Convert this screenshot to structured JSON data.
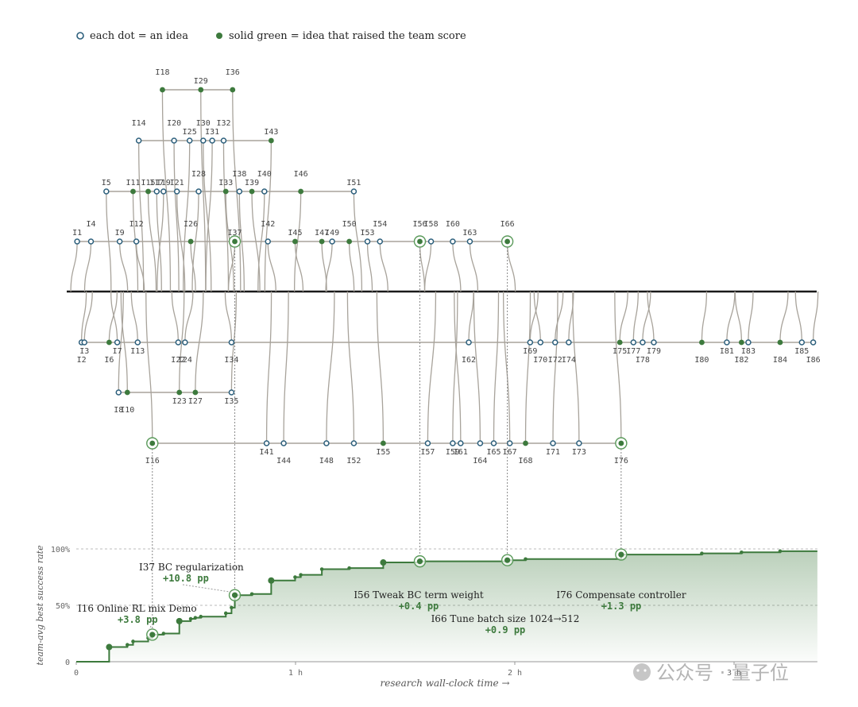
{
  "legend": {
    "open_text": "each dot = an idea",
    "solid_text": "solid green = idea that raised the team score"
  },
  "colors": {
    "green": "#3d7a3d",
    "blue": "#2c5f7c",
    "gray": "#a8a39b",
    "trunk": "#1a1a1a"
  },
  "chart_data": [
    {
      "type": "tree",
      "description_free": true,
      "lanes": [
        "L1",
        "L2",
        "L3",
        "trunk",
        "L-1",
        "L-2",
        "L-3"
      ],
      "ideas": [
        {
          "id": "I1",
          "lane": "L1",
          "t": 0.004,
          "improved": false
        },
        {
          "id": "I2",
          "lane": "L-1",
          "t": 0.024,
          "improved": false
        },
        {
          "id": "I3",
          "lane": "L-1",
          "t": 0.037,
          "improved": false
        },
        {
          "id": "I4",
          "lane": "L1",
          "t": 0.067,
          "improved": false
        },
        {
          "id": "I5",
          "lane": "L2",
          "t": 0.137,
          "improved": false
        },
        {
          "id": "I6",
          "lane": "L-1",
          "t": 0.15,
          "improved": true
        },
        {
          "id": "I7",
          "lane": "L-1",
          "t": 0.187,
          "improved": false
        },
        {
          "id": "I8",
          "lane": "L-2",
          "t": 0.193,
          "improved": false
        },
        {
          "id": "I9",
          "lane": "L1",
          "t": 0.198,
          "improved": false
        },
        {
          "id": "I10",
          "lane": "L-2",
          "t": 0.233,
          "improved": true
        },
        {
          "id": "I11",
          "lane": "L2",
          "t": 0.259,
          "improved": true
        },
        {
          "id": "I12",
          "lane": "L1",
          "t": 0.274,
          "improved": false
        },
        {
          "id": "I13",
          "lane": "L-1",
          "t": 0.28,
          "improved": false
        },
        {
          "id": "I14",
          "lane": "L3",
          "t": 0.285,
          "improved": false
        },
        {
          "id": "I15",
          "lane": "L2",
          "t": 0.328,
          "improved": true
        },
        {
          "id": "I16",
          "lane": "L-3",
          "t": 0.347,
          "improved": true
        },
        {
          "id": "I17",
          "lane": "L2",
          "t": 0.367,
          "improved": false
        },
        {
          "id": "I18",
          "lane": "L4",
          "t": 0.393,
          "improved": true
        },
        {
          "id": "I19",
          "lane": "L2",
          "t": 0.398,
          "improved": false
        },
        {
          "id": "I20",
          "lane": "L3",
          "t": 0.446,
          "improved": false
        },
        {
          "id": "I21",
          "lane": "L2",
          "t": 0.459,
          "improved": false
        },
        {
          "id": "I22",
          "lane": "L-1",
          "t": 0.465,
          "improved": false
        },
        {
          "id": "I23",
          "lane": "L-2",
          "t": 0.47,
          "improved": true
        },
        {
          "id": "I24",
          "lane": "L-1",
          "t": 0.496,
          "improved": false
        },
        {
          "id": "I25",
          "lane": "L3",
          "t": 0.517,
          "improved": false
        },
        {
          "id": "I26",
          "lane": "L1",
          "t": 0.522,
          "improved": true
        },
        {
          "id": "I27",
          "lane": "L-2",
          "t": 0.543,
          "improved": true
        },
        {
          "id": "I28",
          "lane": "L2",
          "t": 0.558,
          "improved": false
        },
        {
          "id": "I29",
          "lane": "L4",
          "t": 0.568,
          "improved": true
        },
        {
          "id": "I30",
          "lane": "L3",
          "t": 0.579,
          "improved": false
        },
        {
          "id": "I31",
          "lane": "L3",
          "t": 0.62,
          "improved": false
        },
        {
          "id": "I32",
          "lane": "L3",
          "t": 0.672,
          "improved": false
        },
        {
          "id": "I33",
          "lane": "L2",
          "t": 0.682,
          "improved": true
        },
        {
          "id": "I34",
          "lane": "L-1",
          "t": 0.708,
          "improved": false
        },
        {
          "id": "I35",
          "lane": "L-2",
          "t": 0.708,
          "improved": false
        },
        {
          "id": "I36",
          "lane": "L4",
          "t": 0.713,
          "improved": true
        },
        {
          "id": "I37",
          "lane": "L1",
          "t": 0.723,
          "improved": true
        },
        {
          "id": "I38",
          "lane": "L2",
          "t": 0.744,
          "improved": false
        },
        {
          "id": "I39",
          "lane": "L2",
          "t": 0.801,
          "improved": true
        },
        {
          "id": "I40",
          "lane": "L2",
          "t": 0.858,
          "improved": false
        },
        {
          "id": "I41",
          "lane": "L-3",
          "t": 0.868,
          "improved": false
        },
        {
          "id": "I42",
          "lane": "L1",
          "t": 0.874,
          "improved": false
        },
        {
          "id": "I43",
          "lane": "L3",
          "t": 0.889,
          "improved": true
        },
        {
          "id": "I44",
          "lane": "L-3",
          "t": 0.946,
          "improved": false
        },
        {
          "id": "I45",
          "lane": "L1",
          "t": 0.998,
          "improved": true
        },
        {
          "id": "I46",
          "lane": "L2",
          "t": 1.024,
          "improved": true
        },
        {
          "id": "I47",
          "lane": "L1",
          "t": 1.12,
          "improved": true
        },
        {
          "id": "I48",
          "lane": "L-3",
          "t": 1.141,
          "improved": false
        },
        {
          "id": "I49",
          "lane": "L1",
          "t": 1.167,
          "improved": false
        },
        {
          "id": "I50",
          "lane": "L1",
          "t": 1.245,
          "improved": true
        },
        {
          "id": "I51",
          "lane": "L2",
          "t": 1.266,
          "improved": false
        },
        {
          "id": "I52",
          "lane": "L-3",
          "t": 1.266,
          "improved": false
        },
        {
          "id": "I53",
          "lane": "L1",
          "t": 1.328,
          "improved": false
        },
        {
          "id": "I54",
          "lane": "L1",
          "t": 1.385,
          "improved": false
        },
        {
          "id": "I55",
          "lane": "L-3",
          "t": 1.4,
          "improved": true
        },
        {
          "id": "I56",
          "lane": "L1",
          "t": 1.567,
          "improved": true
        },
        {
          "id": "I57",
          "lane": "L-3",
          "t": 1.603,
          "improved": false
        },
        {
          "id": "I58",
          "lane": "L1",
          "t": 1.618,
          "improved": false
        },
        {
          "id": "I59",
          "lane": "L-3",
          "t": 1.717,
          "improved": false
        },
        {
          "id": "I60",
          "lane": "L1",
          "t": 1.717,
          "improved": false
        },
        {
          "id": "I61",
          "lane": "L-3",
          "t": 1.753,
          "improved": false
        },
        {
          "id": "I62",
          "lane": "L-1",
          "t": 1.79,
          "improved": false
        },
        {
          "id": "I63",
          "lane": "L1",
          "t": 1.795,
          "improved": false
        },
        {
          "id": "I64",
          "lane": "L-3",
          "t": 1.842,
          "improved": false
        },
        {
          "id": "I65",
          "lane": "L-3",
          "t": 1.904,
          "improved": false
        },
        {
          "id": "I66",
          "lane": "L1",
          "t": 1.966,
          "improved": true
        },
        {
          "id": "I67",
          "lane": "L-3",
          "t": 1.977,
          "improved": false
        },
        {
          "id": "I68",
          "lane": "L-3",
          "t": 2.049,
          "improved": true
        },
        {
          "id": "I69",
          "lane": "L-1",
          "t": 2.07,
          "improved": false
        },
        {
          "id": "I70",
          "lane": "L-1",
          "t": 2.117,
          "improved": false
        },
        {
          "id": "I71",
          "lane": "L-3",
          "t": 2.174,
          "improved": false
        },
        {
          "id": "I72",
          "lane": "L-1",
          "t": 2.184,
          "improved": false
        },
        {
          "id": "I73",
          "lane": "L-3",
          "t": 2.293,
          "improved": false
        },
        {
          "id": "I74",
          "lane": "L-1",
          "t": 2.246,
          "improved": false
        },
        {
          "id": "I75",
          "lane": "L-1",
          "t": 2.479,
          "improved": true
        },
        {
          "id": "I76",
          "lane": "L-3",
          "t": 2.485,
          "improved": true
        },
        {
          "id": "I77",
          "lane": "L-1",
          "t": 2.541,
          "improved": false
        },
        {
          "id": "I78",
          "lane": "L-1",
          "t": 2.583,
          "improved": false
        },
        {
          "id": "I79",
          "lane": "L-1",
          "t": 2.634,
          "improved": false
        },
        {
          "id": "I80",
          "lane": "L-1",
          "t": 2.853,
          "improved": true
        },
        {
          "id": "I81",
          "lane": "L-1",
          "t": 2.967,
          "improved": false
        },
        {
          "id": "I82",
          "lane": "L-1",
          "t": 3.034,
          "improved": true
        },
        {
          "id": "I83",
          "lane": "L-1",
          "t": 3.065,
          "improved": false
        },
        {
          "id": "I84",
          "lane": "L-1",
          "t": 3.21,
          "improved": true
        },
        {
          "id": "I85",
          "lane": "L-1",
          "t": 3.309,
          "improved": false
        },
        {
          "id": "I86",
          "lane": "L-1",
          "t": 3.361,
          "improved": false
        }
      ],
      "highlighted": [
        "I16",
        "I37",
        "I56",
        "I66",
        "I76"
      ]
    },
    {
      "type": "line",
      "step": true,
      "xlabel": "research wall-clock time →",
      "ylabel": "team-avg best success rate",
      "x_ticks": [
        {
          "value": 0,
          "label": "0"
        },
        {
          "value": 1,
          "label": "1 h"
        },
        {
          "value": 2,
          "label": "2 h"
        },
        {
          "value": 3,
          "label": "3 h"
        }
      ],
      "y_ticks": [
        {
          "value": 0,
          "label": "0"
        },
        {
          "value": 50,
          "label": "50%"
        },
        {
          "value": 100,
          "label": "100%"
        }
      ],
      "xlim": [
        0,
        3.38
      ],
      "ylim": [
        0,
        100
      ],
      "series": [
        {
          "points": [
            [
              0,
              0
            ],
            [
              0.15,
              13
            ],
            [
              0.233,
              15
            ],
            [
              0.259,
              18
            ],
            [
              0.328,
              21
            ],
            [
              0.347,
              24
            ],
            [
              0.398,
              25
            ],
            [
              0.47,
              36
            ],
            [
              0.522,
              38
            ],
            [
              0.543,
              39
            ],
            [
              0.568,
              40
            ],
            [
              0.682,
              43
            ],
            [
              0.708,
              48
            ],
            [
              0.723,
              59
            ],
            [
              0.801,
              60
            ],
            [
              0.889,
              72
            ],
            [
              0.998,
              75
            ],
            [
              1.024,
              77
            ],
            [
              1.12,
              82
            ],
            [
              1.245,
              83
            ],
            [
              1.4,
              88
            ],
            [
              1.567,
              89
            ],
            [
              1.966,
              90
            ],
            [
              2.049,
              91
            ],
            [
              2.485,
              95
            ],
            [
              2.853,
              96
            ],
            [
              3.034,
              97
            ],
            [
              3.21,
              98
            ],
            [
              3.38,
              98
            ]
          ]
        }
      ],
      "annotations": [
        {
          "id": "I16",
          "t": 0.347,
          "y": 24,
          "title": "I16 Online RL mix Demo",
          "delta": "+3.8 pp"
        },
        {
          "id": "I37",
          "t": 0.723,
          "y": 59,
          "title": "I37 BC regularization",
          "delta": "+10.8 pp"
        },
        {
          "id": "I56",
          "t": 1.567,
          "y": 89,
          "title": "I56 Tweak BC term weight",
          "delta": "+0.4 pp"
        },
        {
          "id": "I66",
          "t": 1.966,
          "y": 90,
          "title": "I66 Tune batch size 1024→512",
          "delta": "+0.9 pp"
        },
        {
          "id": "I76",
          "t": 2.485,
          "y": 95,
          "title": "I76 Compensate controller",
          "delta": "+1.3 pp"
        }
      ]
    }
  ],
  "watermark": "公众号 · 量子位"
}
